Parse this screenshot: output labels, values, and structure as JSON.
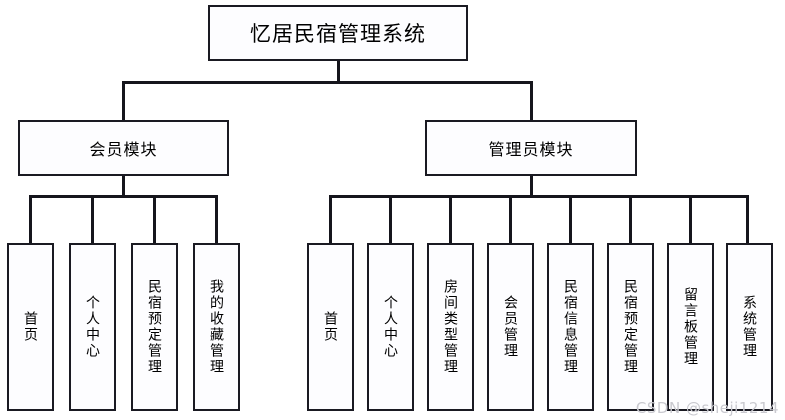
{
  "diagram": {
    "type": "hierarchy-tree",
    "title_node": {
      "label": "忆居民宿管理系统"
    },
    "modules": [
      {
        "label": "会员模块"
      },
      {
        "label": "管理员模块"
      }
    ],
    "member_leaves": [
      {
        "label": "首页"
      },
      {
        "label": "个人中心"
      },
      {
        "label": "民宿预定管理"
      },
      {
        "label": "我的收藏管理"
      }
    ],
    "admin_leaves": [
      {
        "label": "首页"
      },
      {
        "label": "个人中心"
      },
      {
        "label": "房间类型管理"
      },
      {
        "label": "会员管理"
      },
      {
        "label": "民宿信息管理"
      },
      {
        "label": "民宿预定管理"
      },
      {
        "label": "留言板管理"
      },
      {
        "label": "系统管理"
      }
    ]
  },
  "watermark": {
    "text": "CSDN @sheji1214"
  },
  "colors": {
    "line": "#15151c",
    "box_border": "#1a1a22",
    "box_fill": "#fdfdff",
    "text": "#000000",
    "watermark": "#c9c9cf",
    "background": "#ffffff"
  }
}
